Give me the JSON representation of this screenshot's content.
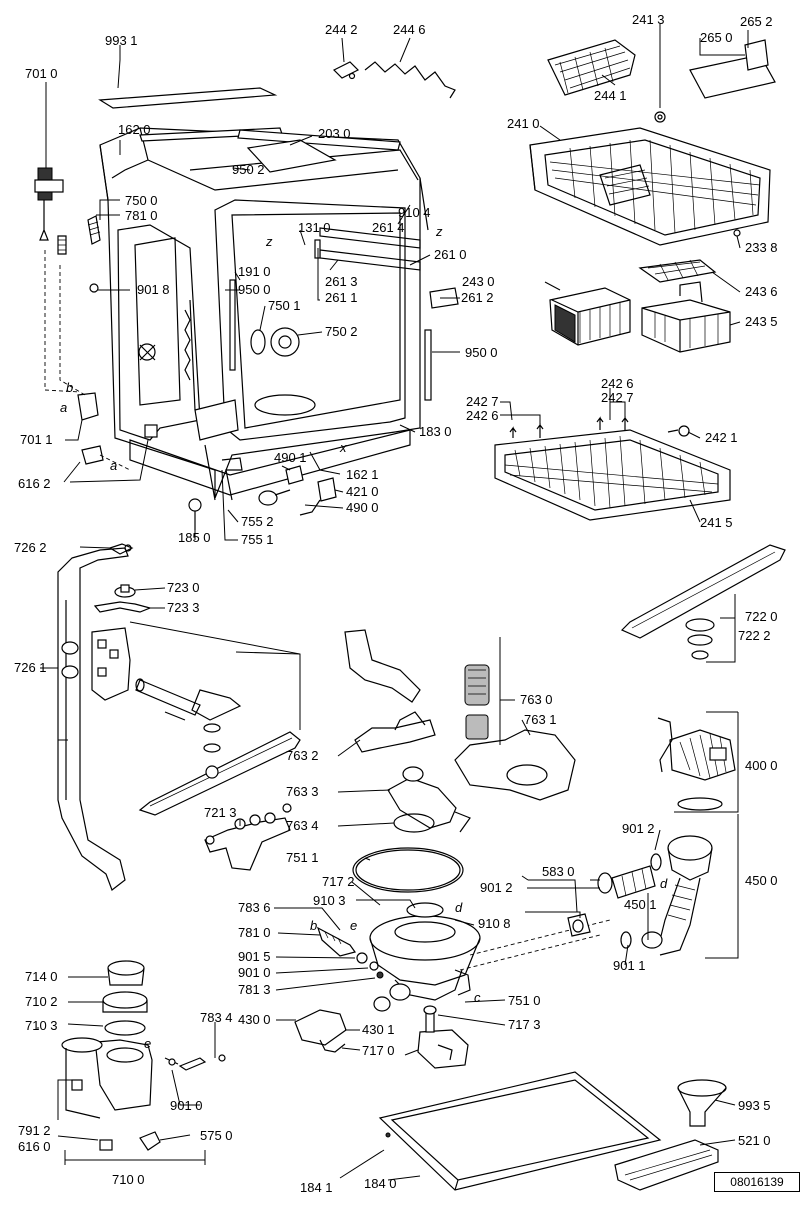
{
  "document_id": "08016139",
  "part_labels": [
    "993 1",
    "244 2",
    "244 6",
    "241 3",
    "265 2",
    "265 0",
    "701 0",
    "244 1",
    "162 0",
    "203 0",
    "241 0",
    "950 2",
    "750 0",
    "781 0",
    "910 4",
    "261 4",
    "131 0",
    "261 0",
    "233 8",
    "191 0",
    "950 0",
    "261 3",
    "901 8",
    "261 1",
    "243 0",
    "261 2",
    "243 6",
    "750 1",
    "750 2",
    "243 5",
    "950 0",
    "242 7",
    "242 6",
    "242 6",
    "242 7",
    "183 0",
    "242 1",
    "701 1",
    "490 1",
    "162 1",
    "616 2",
    "421 0",
    "490 0",
    "241 5",
    "755 2",
    "185 0",
    "755 1",
    "726 2",
    "723 0",
    "723 3",
    "722 0",
    "722 2",
    "726 1",
    "763 0",
    "763 1",
    "763 2",
    "400 0",
    "763 3",
    "721 3",
    "763 4",
    "901 2",
    "751 1",
    "583 0",
    "717 2",
    "901 2",
    "450 0",
    "910 3",
    "450 1",
    "783 6",
    "910 8",
    "781 0",
    "901 5",
    "901 0",
    "901 1",
    "781 3",
    "714 0",
    "751 0",
    "710 2",
    "783 4",
    "430 0",
    "430 1",
    "717 3",
    "710 3",
    "717 0",
    "993 5",
    "901 0",
    "791 2",
    "575 0",
    "616 0",
    "521 0",
    "710 0",
    "184 1",
    "184 0"
  ],
  "letter_marks": [
    "z",
    "z",
    "b",
    "a",
    "a",
    "x",
    "b",
    "e",
    "c",
    "d",
    "d",
    "e"
  ]
}
